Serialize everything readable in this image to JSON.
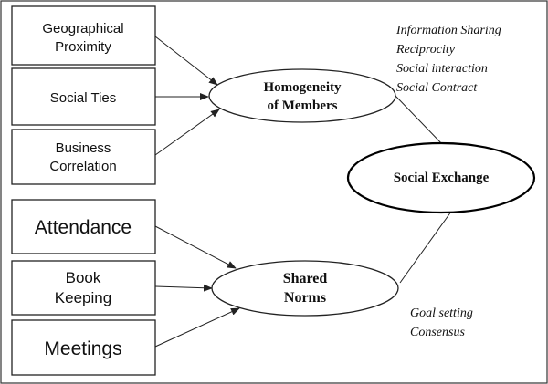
{
  "boxes": {
    "geographical_proximity": [
      "Geographical",
      "Proximity"
    ],
    "social_ties": [
      "Social Ties"
    ],
    "business_correlation": [
      "Business",
      "Correlation"
    ],
    "attendance": [
      "Attendance"
    ],
    "book_keeping": [
      "Book",
      "Keeping"
    ],
    "meetings": [
      "Meetings"
    ]
  },
  "ellipses": {
    "homogeneity": [
      "Homogeneity",
      "of Members"
    ],
    "shared_norms": [
      "Shared",
      "Norms"
    ],
    "social_exchange": [
      "Social Exchange"
    ]
  },
  "notes": {
    "top": [
      "Information Sharing",
      "Reciprocity",
      "Social interaction",
      "Social Contract"
    ],
    "bottom": [
      "Goal setting",
      "Consensus"
    ]
  }
}
